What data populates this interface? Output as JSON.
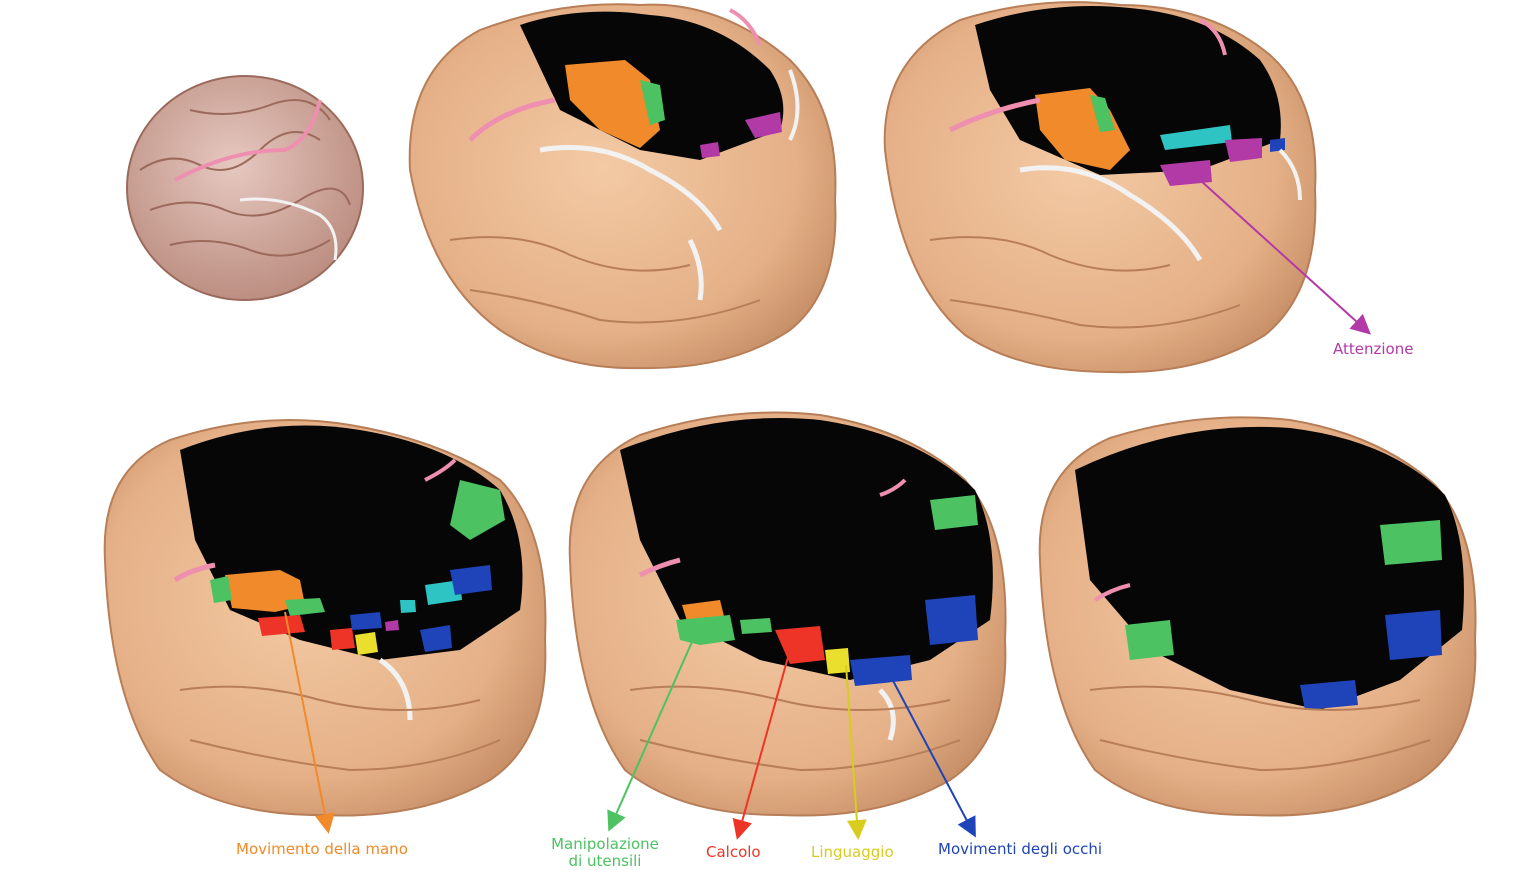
{
  "colors": {
    "skin": "#e9b88f",
    "skin_shade": "#c99570",
    "skin_dark": "#a8754f",
    "slice": "#060606",
    "sulcus_highlight": "#f2f2f2",
    "pink_sulcus": "#ef8fb0",
    "small_brain": "#c89b8f",
    "hand_movement": "#f08a2a",
    "tool_manipulation": "#4cc262",
    "calculation": "#ee3426",
    "language": "#eadf2c",
    "eye_movements": "#1f43b8",
    "attention": "#b23aa6",
    "cyan_region": "#2ec4c4"
  },
  "labels": {
    "attention": "Attenzione",
    "hand_movement": "Movimento della mano",
    "tool_manipulation_line1": "Manipolazione",
    "tool_manipulation_line2": "di utensili",
    "calculation": "Calcolo",
    "language": "Linguaggio",
    "eye_movements": "Movimenti degli occhi"
  }
}
